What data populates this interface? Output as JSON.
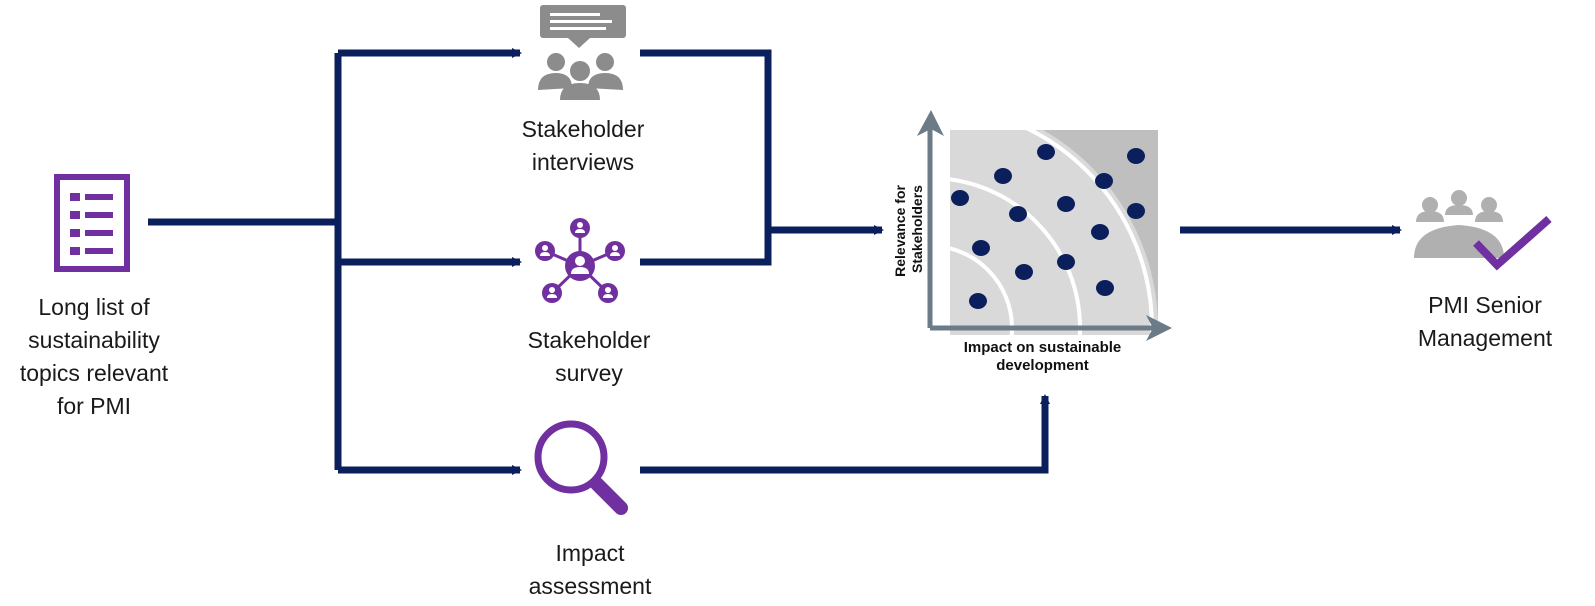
{
  "nodes": {
    "long_list": {
      "line1": "Long list of",
      "line2": "sustainability",
      "line3": "topics relevant",
      "line4": "for PMI"
    },
    "interviews": {
      "line1": "Stakeholder",
      "line2": "interviews"
    },
    "survey": {
      "line1": "Stakeholder",
      "line2": "survey"
    },
    "impact": {
      "line1": "Impact",
      "line2": "assessment"
    },
    "management": {
      "line1": "PMI Senior",
      "line2": "Management"
    }
  },
  "matrix": {
    "y_axis_label_line1": "Relevance for",
    "y_axis_label_line2": "Stakeholders",
    "x_axis_label_line1": "Impact on sustainable",
    "x_axis_label_line2": "development"
  },
  "colors": {
    "arrow": "#0b1f5c",
    "icon_purple": "#7030a0",
    "icon_gray": "#8c8c8c",
    "dot": "#0b1f5c",
    "axis": "#6b7b87"
  }
}
